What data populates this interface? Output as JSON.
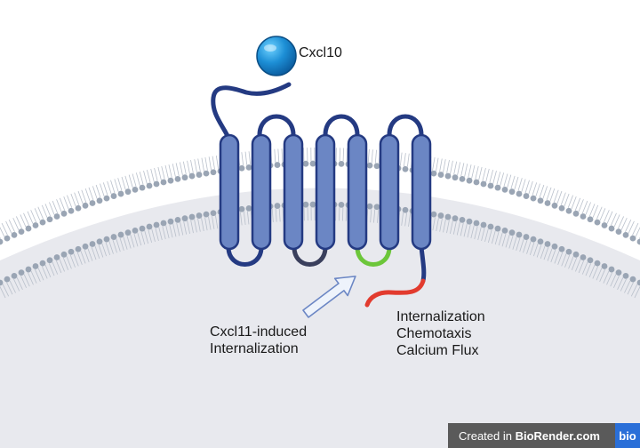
{
  "labels": {
    "ligand": "Cxcl10",
    "cxcl11_line1": "Cxcl11-induced",
    "cxcl11_line2": "Internalization",
    "effect_1": "Internalization",
    "effect_2": "Chemotaxis",
    "effect_3": "Calcium Flux"
  },
  "badge": {
    "prefix": "Created in ",
    "brand": "BioRender.com",
    "logo": "bio"
  },
  "colors": {
    "helix_fill": "#6b86c4",
    "helix_stroke": "#243a82",
    "loop_highlight_green": "#6cc63a",
    "c_terminus_red": "#e23b2e",
    "ligand_blue": "#1d8fd6",
    "membrane_head": "#9aa5b4",
    "cytoplasm": "#e8e9ee"
  }
}
